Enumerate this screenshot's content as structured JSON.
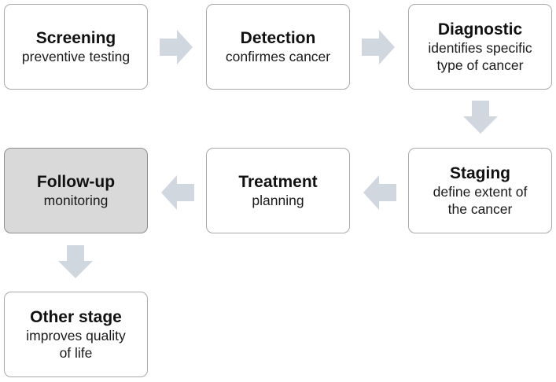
{
  "flow": {
    "screening": {
      "title": "Screening",
      "desc": "preventive testing"
    },
    "detection": {
      "title": "Detection",
      "desc": "confirmes cancer"
    },
    "diagnostic": {
      "title": "Diagnostic",
      "desc": "identifies specific\ntype of cancer"
    },
    "staging": {
      "title": "Staging",
      "desc": "define extent of\nthe cancer"
    },
    "treatment": {
      "title": "Treatment",
      "desc": "planning"
    },
    "followup": {
      "title": "Follow-up",
      "desc": "monitoring"
    },
    "other": {
      "title": "Other stage",
      "desc": "improves quality\nof life"
    }
  },
  "colors": {
    "arrow": "#d0d7df",
    "box_border": "#a9a9a9",
    "highlight_fill": "#d9d9d9"
  }
}
